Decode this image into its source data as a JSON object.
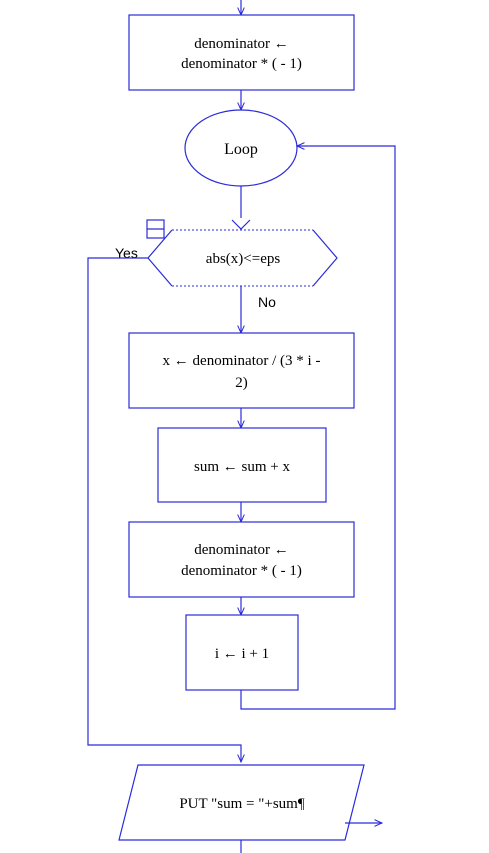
{
  "colors": {
    "stroke": "#2b2bd9",
    "text": "#000000",
    "background": "#ffffff"
  },
  "blocks": {
    "assign_denominator_1": {
      "line1": "denominator ←",
      "line2": "denominator * ( - 1)"
    },
    "loop": {
      "label": "Loop"
    },
    "decision": {
      "label": "abs(x)<=eps",
      "yes_label": "Yes",
      "no_label": "No"
    },
    "assign_x": {
      "line1": "x ← denominator / (3 * i -",
      "line2": "2)"
    },
    "assign_sum": {
      "label": "sum ← sum + x"
    },
    "assign_denominator_2": {
      "line1": "denominator ←",
      "line2": "denominator * ( - 1)"
    },
    "increment_i": {
      "label": "i ← i + 1"
    },
    "output": {
      "label": "PUT \"sum = \"+sum¶"
    }
  }
}
